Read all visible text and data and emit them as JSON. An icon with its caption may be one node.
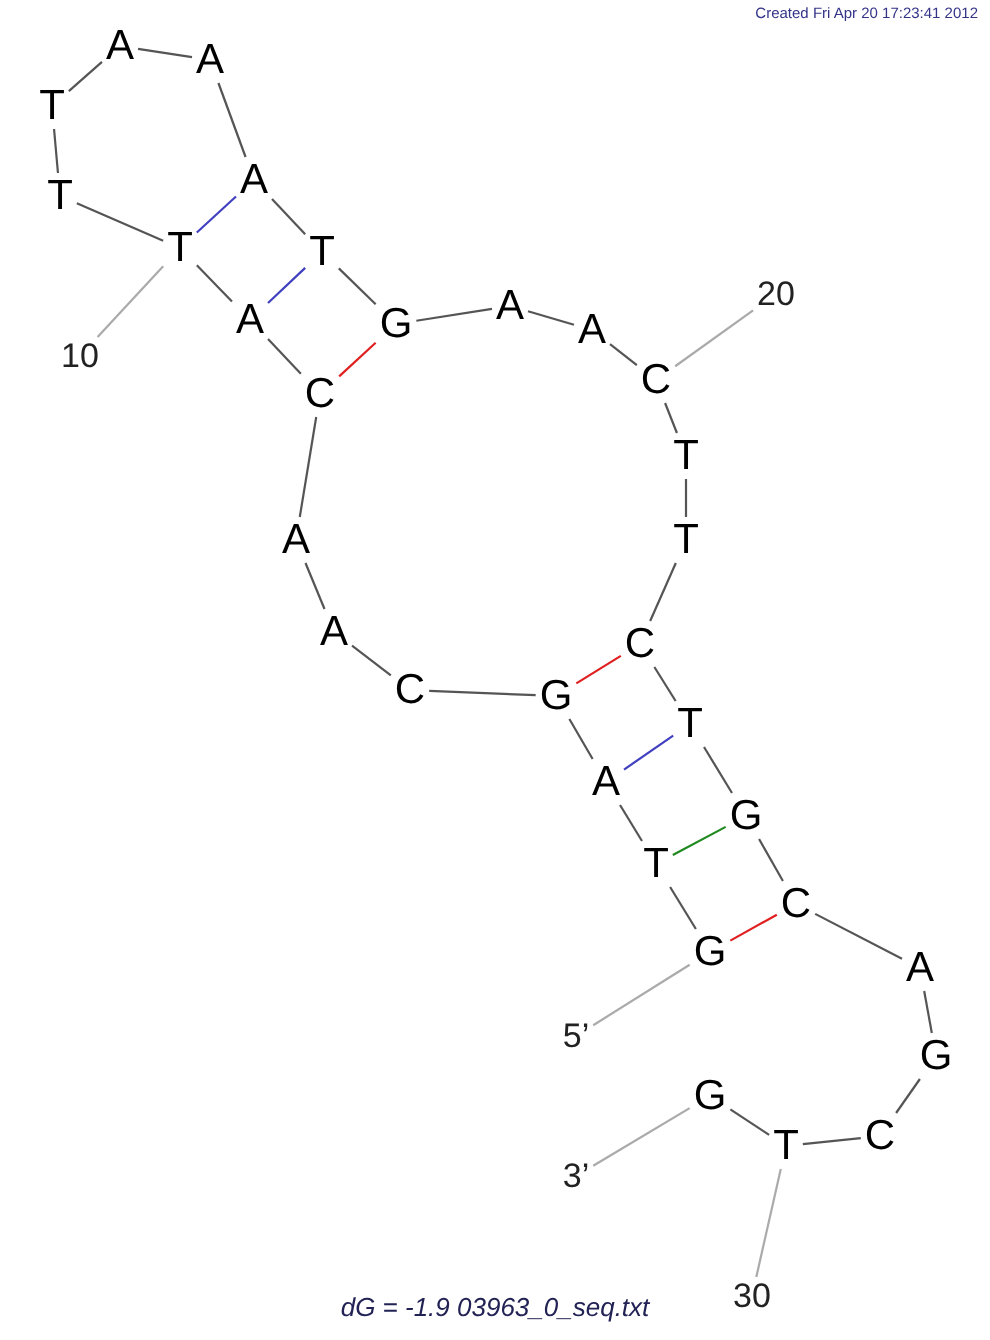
{
  "diagram": {
    "caption": "dG = -1.9 03963_0_seq.txt",
    "nodes": [
      {
        "text": [
          "G"
        ]
      },
      {
        "text": [
          "T"
        ]
      },
      {
        "text": [
          "A"
        ]
      },
      {
        "text": [
          "G"
        ]
      },
      {
        "text": [
          "C"
        ]
      },
      {
        "text": [
          "A"
        ]
      },
      {
        "text": [
          "A"
        ]
      },
      {
        "text": [
          "C"
        ]
      },
      {
        "text": [
          "A"
        ]
      },
      {
        "text": [
          "T"
        ]
      },
      {
        "text": [
          "T"
        ]
      },
      {
        "text": [
          "T"
        ]
      },
      {
        "text": [
          "A"
        ]
      },
      {
        "text": [
          "A"
        ]
      },
      {
        "text": [
          "A"
        ]
      },
      {
        "text": [
          "T"
        ]
      },
      {
        "text": [
          "G"
        ]
      },
      {
        "text": [
          "A"
        ]
      },
      {
        "text": [
          "A"
        ]
      },
      {
        "text": [
          "C"
        ]
      },
      {
        "text": [
          "T"
        ]
      },
      {
        "text": [
          "T"
        ]
      },
      {
        "text": [
          "C"
        ]
      },
      {
        "text": [
          "T"
        ]
      },
      {
        "text": [
          "G"
        ]
      },
      {
        "text": [
          "C"
        ]
      },
      {
        "text": [
          "A"
        ]
      },
      {
        "text": [
          "G"
        ]
      },
      {
        "text": [
          "C"
        ]
      },
      {
        "text": [
          "T"
        ]
      },
      {
        "text": [
          "G"
        ]
      },
      {
        "text": [
          "10"
        ]
      },
      {
        "text": [
          "20"
        ]
      },
      {
        "text": [
          "30"
        ]
      },
      {
        "text": [
          "5’"
        ]
      },
      {
        "text": [
          "3’"
        ]
      }
    ],
    "edges": [
      {
        "from": 0,
        "to": 1,
        "arrow": "none"
      },
      {
        "from": 1,
        "to": 2,
        "arrow": "none"
      },
      {
        "from": 2,
        "to": 3,
        "arrow": "none"
      },
      {
        "from": 3,
        "to": 4,
        "arrow": "none"
      },
      {
        "from": 4,
        "to": 5,
        "arrow": "none"
      },
      {
        "from": 5,
        "to": 6,
        "arrow": "none"
      },
      {
        "from": 6,
        "to": 7,
        "arrow": "none"
      },
      {
        "from": 7,
        "to": 8,
        "arrow": "none"
      },
      {
        "from": 8,
        "to": 9,
        "arrow": "none"
      },
      {
        "from": 9,
        "to": 10,
        "arrow": "none"
      },
      {
        "from": 10,
        "to": 11,
        "arrow": "none"
      },
      {
        "from": 11,
        "to": 12,
        "arrow": "none"
      },
      {
        "from": 12,
        "to": 13,
        "arrow": "none"
      },
      {
        "from": 13,
        "to": 14,
        "arrow": "none"
      },
      {
        "from": 14,
        "to": 15,
        "arrow": "none"
      },
      {
        "from": 15,
        "to": 16,
        "arrow": "none"
      },
      {
        "from": 16,
        "to": 17,
        "arrow": "none"
      },
      {
        "from": 17,
        "to": 18,
        "arrow": "none"
      },
      {
        "from": 18,
        "to": 19,
        "arrow": "none"
      },
      {
        "from": 19,
        "to": 20,
        "arrow": "none"
      },
      {
        "from": 20,
        "to": 21,
        "arrow": "none"
      },
      {
        "from": 21,
        "to": 22,
        "arrow": "none"
      },
      {
        "from": 22,
        "to": 23,
        "arrow": "none"
      },
      {
        "from": 23,
        "to": 24,
        "arrow": "none"
      },
      {
        "from": 24,
        "to": 25,
        "arrow": "none"
      },
      {
        "from": 25,
        "to": 26,
        "arrow": "none"
      },
      {
        "from": 26,
        "to": 27,
        "arrow": "none"
      },
      {
        "from": 27,
        "to": 28,
        "arrow": "none"
      },
      {
        "from": 28,
        "to": 29,
        "arrow": "none"
      },
      {
        "from": 29,
        "to": 30,
        "arrow": "none"
      },
      {
        "from": 0,
        "to": 25,
        "arrow": "none",
        "color": "#e02020"
      },
      {
        "from": 1,
        "to": 24,
        "arrow": "none",
        "color": "#208a20"
      },
      {
        "from": 2,
        "to": 23,
        "arrow": "none",
        "color": "#4040c0"
      },
      {
        "from": 3,
        "to": 22,
        "arrow": "none",
        "color": "#e02020"
      },
      {
        "from": 7,
        "to": 16,
        "arrow": "none",
        "color": "#e02020"
      },
      {
        "from": 8,
        "to": 15,
        "arrow": "none",
        "color": "#4040c0"
      },
      {
        "from": 9,
        "to": 14,
        "arrow": "none",
        "color": "#4040c0"
      },
      {
        "from": 31,
        "to": 9,
        "arrow": "none",
        "color": "#aaaaaa"
      },
      {
        "from": 32,
        "to": 19,
        "arrow": "none",
        "color": "#aaaaaa"
      },
      {
        "from": 33,
        "to": 29,
        "arrow": "none",
        "color": "#aaaaaa"
      },
      {
        "from": 34,
        "to": 0,
        "arrow": "none",
        "color": "#aaaaaa"
      },
      {
        "from": 35,
        "to": 30,
        "arrow": "none",
        "color": "#aaaaaa"
      }
    ],
    "labels": [
      "Created Fri Apr 20 17:23:41 2012"
    ]
  }
}
